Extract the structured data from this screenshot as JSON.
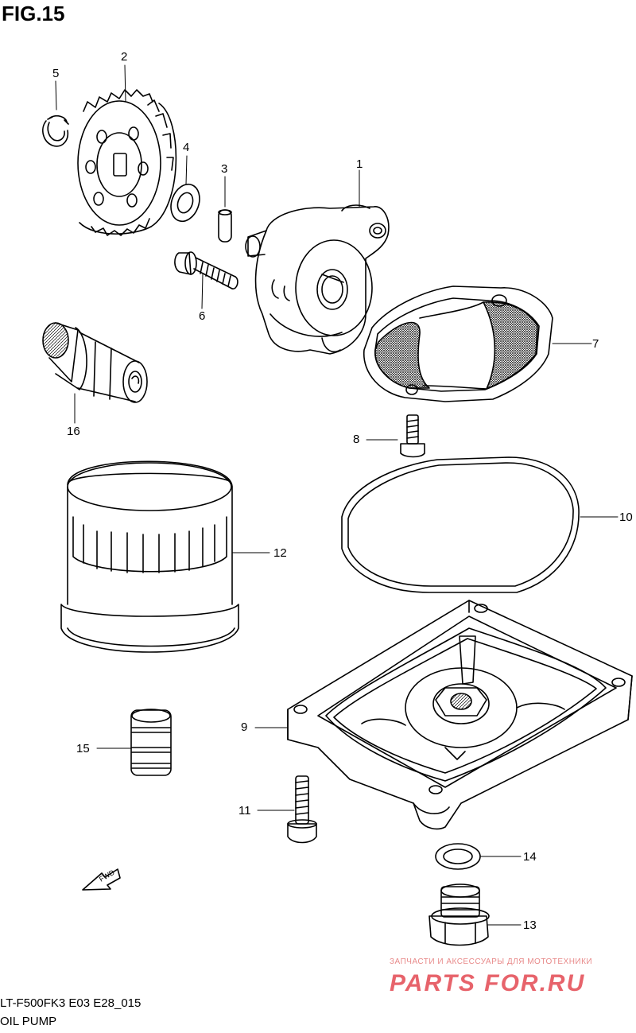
{
  "figure": {
    "title": "FIG.15"
  },
  "callouts": {
    "c1": "1",
    "c2": "2",
    "c3": "3",
    "c4": "4",
    "c5": "5",
    "c6": "6",
    "c7": "7",
    "c8": "8",
    "c9": "9",
    "c10": "10",
    "c11": "11",
    "c12": "12",
    "c13": "13",
    "c14": "14",
    "c15": "15",
    "c16": "16"
  },
  "fwd_arrow": {
    "label": "FWD"
  },
  "footer": {
    "model_code": "LT-F500FK3 E03 E28_015",
    "section_name": "OIL PUMP"
  },
  "watermark": {
    "tagline": "ЗАПЧАСТИ И АКСЕССУАРЫ ДЛЯ МОТОТЕХНИКИ",
    "logo_text": "PARTS FOR.RU",
    "color": "#e0303a"
  }
}
